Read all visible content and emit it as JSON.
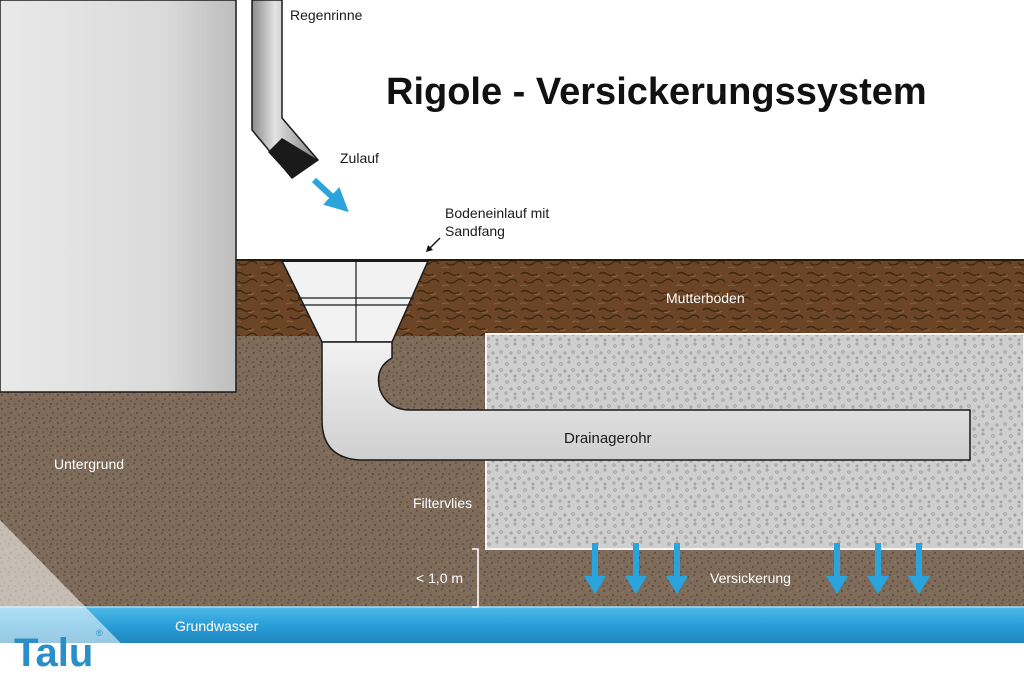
{
  "title": "Rigole - Versickerungssystem",
  "labels": {
    "regenrinne": "Regenrinne",
    "zulauf": "Zulauf",
    "bodeneinlauf_line1": "Bodeneinlauf mit",
    "bodeneinlauf_line2": "Sandfang",
    "mutterboden": "Mutterboden",
    "untergrund": "Untergrund",
    "drainagerohr": "Drainagerohr",
    "filtervlies": "Filtervlies",
    "depth": "< 1,0 m",
    "versickerung": "Versickerung",
    "grundwasser": "Grundwasser"
  },
  "logo": {
    "text": "Talu",
    "mark": "®"
  },
  "colors": {
    "mutterboden": "#6b4526",
    "untergrund": "#7e6b59",
    "gravel": "#cfcfcf",
    "grundwasser": "#2a9fd8",
    "arrow": "#2aa4dc",
    "logo": "#2a8fc8"
  },
  "icons": [
    "zulauf-arrow-icon",
    "versickerung-arrow-icon",
    "pointer-arrow-icon"
  ]
}
